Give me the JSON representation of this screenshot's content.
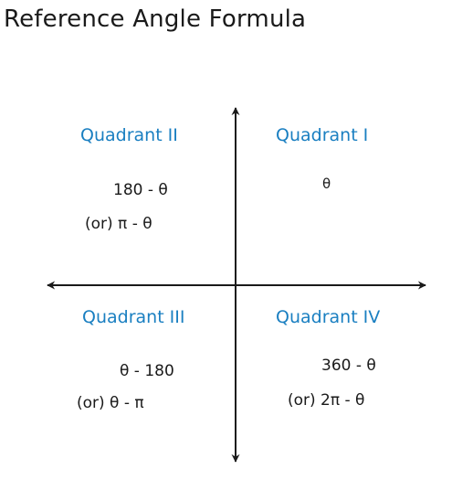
{
  "title": "Reference Angle Formula",
  "colors": {
    "accent": "#1a7fc1",
    "axis": "#1a1a1a",
    "text": "#1a1a1a"
  },
  "quadrants": {
    "q1": {
      "label": "Quadrant I",
      "formulas": [
        "θ"
      ]
    },
    "q2": {
      "label": "Quadrant II",
      "formulas": [
        "180 - θ",
        "(or)   π - θ"
      ]
    },
    "q3": {
      "label": "Quadrant III",
      "formulas": [
        "θ - 180",
        "(or)  θ - π"
      ]
    },
    "q4": {
      "label": "Quadrant IV",
      "formulas": [
        "360 - θ",
        "(or)  2π - θ"
      ]
    }
  }
}
